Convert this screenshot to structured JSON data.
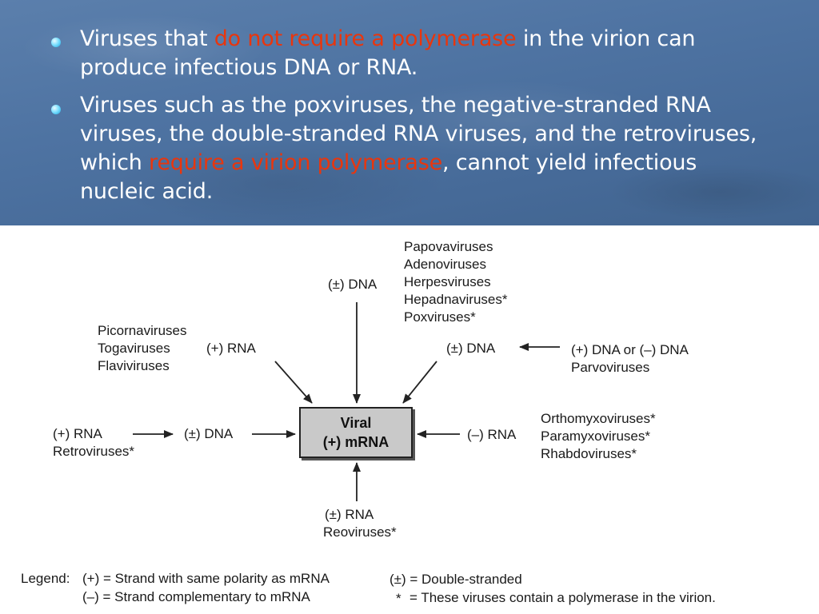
{
  "bullets": [
    {
      "pre": "Viruses that ",
      "highlight": "do not require a polymerase",
      "post": " in the virion can produce infectious DNA or RNA."
    },
    {
      "pre": " Viruses such as the poxviruses, the negative-stranded RNA viruses, the double-stranded RNA viruses, and the retroviruses, which ",
      "highlight": "require a virion polymerase",
      "post": ", cannot yield infectious nucleic acid."
    }
  ],
  "colors": {
    "panel": "#4e73a2",
    "highlight": "#e8360e",
    "bullet": "#3fc4f0",
    "box": "#c9c9c9"
  },
  "center_box": {
    "line1": "Viral",
    "line2": "(+) mRNA"
  },
  "nodes": {
    "top": {
      "label": "(±) DNA",
      "viruses": [
        "Papovaviruses",
        "Adenoviruses",
        "Herpesviruses",
        "Hepadnaviruses*",
        "Poxviruses*"
      ]
    },
    "upper_left": {
      "label": "(+) RNA",
      "viruses": [
        "Picornaviruses",
        "Togaviruses",
        "Flaviviruses"
      ]
    },
    "upper_right": {
      "label": "(±) DNA",
      "source_label": "(+) DNA or (–) DNA",
      "source_virus": "Parvoviruses"
    },
    "left": {
      "label": "(±) DNA",
      "source_label": "(+) RNA",
      "source_virus": "Retroviruses*"
    },
    "right": {
      "label": "(–) RNA",
      "viruses": [
        "Orthomyxoviruses*",
        "Paramyxoviruses*",
        "Rhabdoviruses*"
      ]
    },
    "bottom": {
      "label": "(±) RNA",
      "virus": "Reoviruses*"
    }
  },
  "legend": {
    "title": "Legend:",
    "plus": "(+) = Strand with same polarity as mRNA",
    "minus": "(–) = Strand complementary to mRNA",
    "double": "(±) = Double-stranded",
    "star_symbol": "*",
    "star": "= These viruses contain a polymerase in the virion."
  }
}
